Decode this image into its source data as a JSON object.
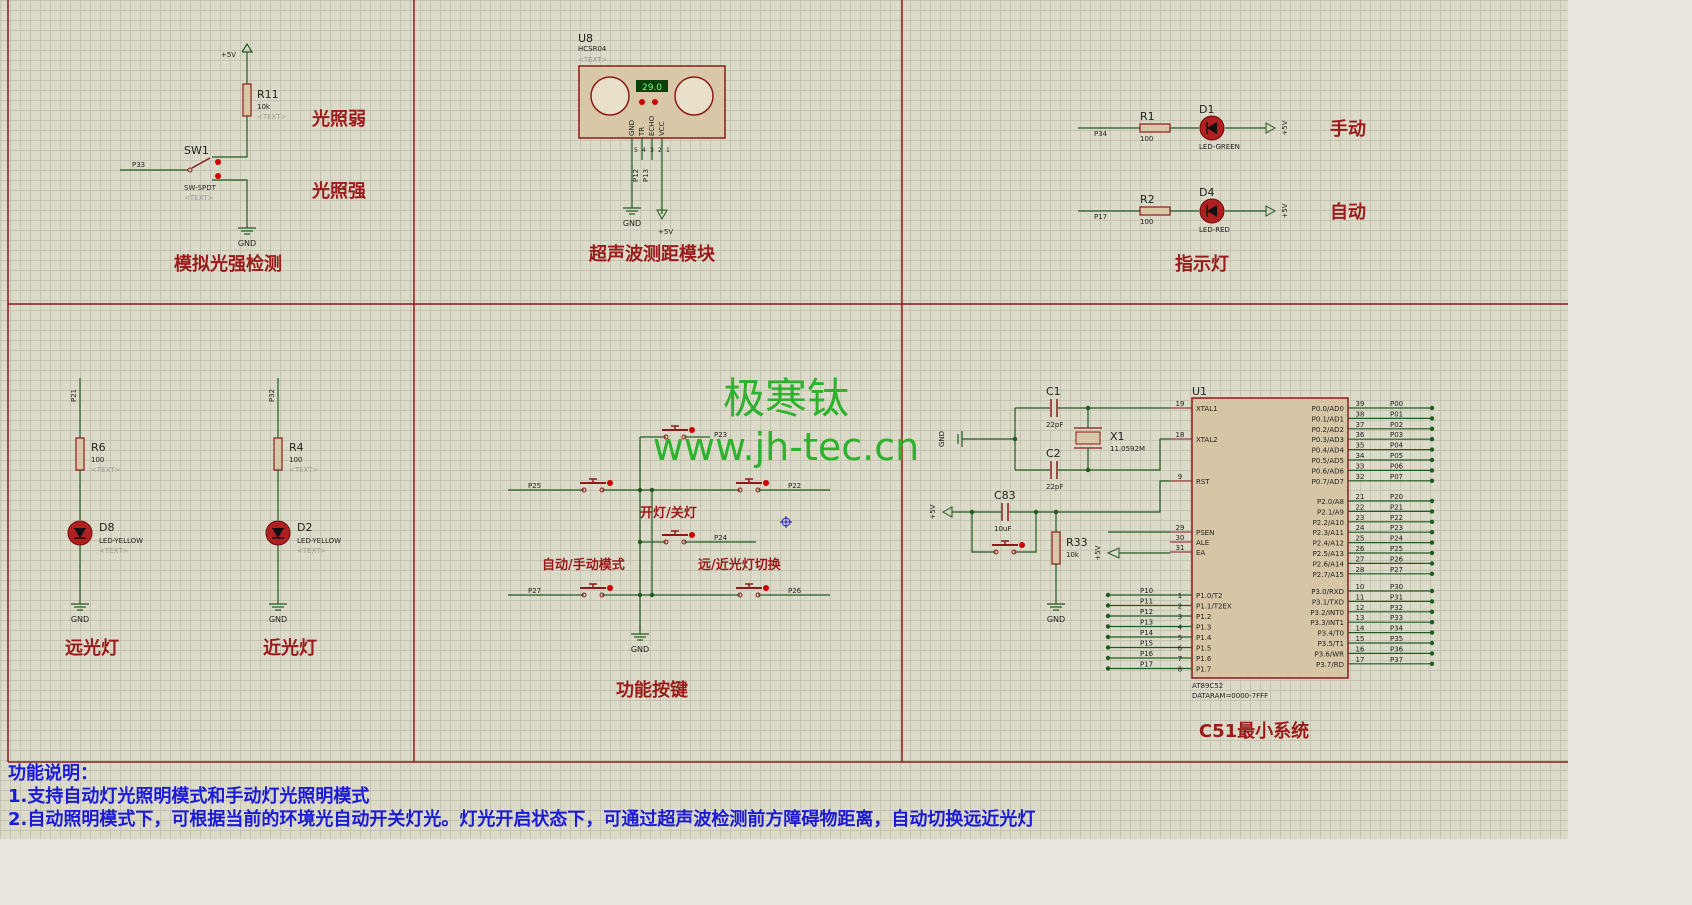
{
  "sections": {
    "light_sensor": "模拟光强检测",
    "ultrasonic": "超声波测距模块",
    "indicator": "指示灯",
    "high_beam": "远光灯",
    "low_beam": "近光灯",
    "buttons": "功能按键",
    "mcu": "C51最小系统"
  },
  "light_labels": {
    "weak": "光照弱",
    "strong": "光照强"
  },
  "mode_labels": {
    "manual": "手动",
    "auto": "自动"
  },
  "button_labels": {
    "onoff": "开灯/关灯",
    "mode": "自动/手动模式",
    "beam": "远/近光灯切换"
  },
  "watermark": {
    "cn": "极寒钛",
    "url": "www.jh-tec.cn"
  },
  "components": {
    "r11": {
      "ref": "R11",
      "value": "10k"
    },
    "sw1": {
      "ref": "SW1",
      "type": "SW-SPDT"
    },
    "u8": {
      "ref": "U8",
      "type": "HCSR04",
      "display": "29.0",
      "pins": [
        "GND",
        "TR",
        "ECHO",
        "VCC"
      ],
      "pin_nums": [
        "5",
        "4",
        "3",
        "2",
        "1"
      ]
    },
    "r1": {
      "ref": "R1",
      "value": "100"
    },
    "d1": {
      "ref": "D1",
      "type": "LED-GREEN"
    },
    "r2": {
      "ref": "R2",
      "value": "100"
    },
    "d4": {
      "ref": "D4",
      "type": "LED-RED"
    },
    "r6": {
      "ref": "R6",
      "value": "100"
    },
    "d8": {
      "ref": "D8",
      "type": "LED-YELLOW"
    },
    "r4": {
      "ref": "R4",
      "value": "100"
    },
    "d2": {
      "ref": "D2",
      "type": "LED-YELLOW"
    },
    "c1": {
      "ref": "C1",
      "value": "22pF"
    },
    "c2": {
      "ref": "C2",
      "value": "22pF"
    },
    "x1": {
      "ref": "X1",
      "value": "11.0592M"
    },
    "c83": {
      "ref": "C83",
      "value": "10uF"
    },
    "r33": {
      "ref": "R33",
      "value": "10k"
    },
    "u1": {
      "ref": "U1",
      "type": "AT89C52",
      "dataram": "DATARAM=0000-7FFF"
    }
  },
  "text_placeholder": "<TEXT>",
  "net_labels": {
    "p33": "P33",
    "p34": "P34",
    "p17": "P17",
    "p12": "P12",
    "p13": "P13",
    "p21": "P21",
    "p32": "P32",
    "p23": "P23",
    "p25": "P25",
    "p22": "P22",
    "p24": "P24",
    "p27": "P27",
    "p26": "P26"
  },
  "power": {
    "vcc": "+5V",
    "gnd": "GND"
  },
  "mcu_left_top": [
    {
      "num": "19",
      "name": "XTAL1"
    },
    {
      "num": "18",
      "name": "XTAL2"
    },
    {
      "num": "9",
      "name": "RST"
    },
    {
      "num": "29",
      "name": "PSEN"
    },
    {
      "num": "30",
      "name": "ALE"
    },
    {
      "num": "31",
      "name": "EA"
    }
  ],
  "mcu_p1": [
    {
      "net": "P10",
      "num": "1",
      "name": "P1.0/T2"
    },
    {
      "net": "P11",
      "num": "2",
      "name": "P1.1/T2EX"
    },
    {
      "net": "P12",
      "num": "3",
      "name": "P1.2"
    },
    {
      "net": "P13",
      "num": "4",
      "name": "P1.3"
    },
    {
      "net": "P14",
      "num": "5",
      "name": "P1.4"
    },
    {
      "net": "P15",
      "num": "6",
      "name": "P1.5"
    },
    {
      "net": "P16",
      "num": "7",
      "name": "P1.6"
    },
    {
      "net": "P17",
      "num": "8",
      "name": "P1.7"
    }
  ],
  "mcu_p0": [
    {
      "name": "P0.0/AD0",
      "num": "39",
      "net": "P00"
    },
    {
      "name": "P0.1/AD1",
      "num": "38",
      "net": "P01"
    },
    {
      "name": "P0.2/AD2",
      "num": "37",
      "net": "P02"
    },
    {
      "name": "P0.3/AD3",
      "num": "36",
      "net": "P03"
    },
    {
      "name": "P0.4/AD4",
      "num": "35",
      "net": "P04"
    },
    {
      "name": "P0.5/AD5",
      "num": "34",
      "net": "P05"
    },
    {
      "name": "P0.6/AD6",
      "num": "33",
      "net": "P06"
    },
    {
      "name": "P0.7/AD7",
      "num": "32",
      "net": "P07"
    }
  ],
  "mcu_p2": [
    {
      "name": "P2.0/A8",
      "num": "21",
      "net": "P20"
    },
    {
      "name": "P2.1/A9",
      "num": "22",
      "net": "P21"
    },
    {
      "name": "P2.2/A10",
      "num": "23",
      "net": "P22"
    },
    {
      "name": "P2.3/A11",
      "num": "24",
      "net": "P23"
    },
    {
      "name": "P2.4/A12",
      "num": "25",
      "net": "P24"
    },
    {
      "name": "P2.5/A13",
      "num": "26",
      "net": "P25"
    },
    {
      "name": "P2.6/A14",
      "num": "27",
      "net": "P26"
    },
    {
      "name": "P2.7/A15",
      "num": "28",
      "net": "P27"
    }
  ],
  "mcu_p3": [
    {
      "name": "P3.0/RXD",
      "num": "10",
      "net": "P30"
    },
    {
      "name": "P3.1/TXD",
      "num": "11",
      "net": "P31"
    },
    {
      "name": "P3.2/INT0",
      "num": "12",
      "net": "P32"
    },
    {
      "name": "P3.3/INT1",
      "num": "13",
      "net": "P33"
    },
    {
      "name": "P3.4/T0",
      "num": "14",
      "net": "P34"
    },
    {
      "name": "P3.5/T1",
      "num": "15",
      "net": "P35"
    },
    {
      "name": "P3.6/WR",
      "num": "16",
      "net": "P36"
    },
    {
      "name": "P3.7/RD",
      "num": "17",
      "net": "P37"
    }
  ],
  "description": [
    "功能说明：",
    "1.支持自动灯光照明模式和手动灯光照明模式",
    "2.自动照明模式下，可根据当前的环境光自动开关灯光。灯光开启状态下，可通过超声波检测前方障碍物距离，自动切换远近光灯"
  ],
  "colors": {
    "frame": "#8b1a1a",
    "wire": "#1f5a1f",
    "part": "#8b1a1a",
    "body": "#d8c8a8",
    "title": "#9b1b1b",
    "desc": "#1a1ad8",
    "watermark": "#2db22d"
  }
}
